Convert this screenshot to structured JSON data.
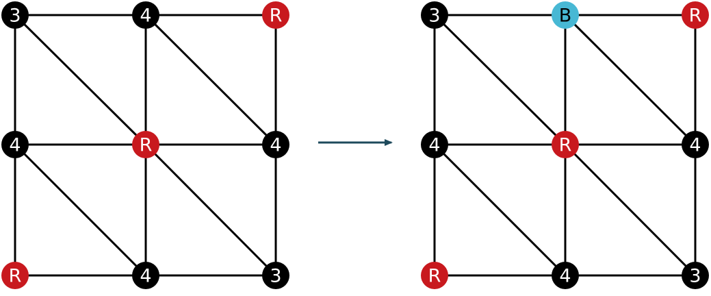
{
  "colors": {
    "edge": "#000000",
    "arrow": "#1e4a5c",
    "label_light": "#ffffff",
    "label_dark": "#000000",
    "node_fill": {
      "black": "#000000",
      "red": "#c8191e",
      "blue": "#48b8d4"
    }
  },
  "graphs": [
    {
      "id": "before",
      "nodes": [
        {
          "id": "a",
          "label": "3",
          "fill": "black"
        },
        {
          "id": "b",
          "label": "4",
          "fill": "black"
        },
        {
          "id": "c",
          "label": "R",
          "fill": "red"
        },
        {
          "id": "d",
          "label": "4",
          "fill": "black"
        },
        {
          "id": "e",
          "label": "R",
          "fill": "red"
        },
        {
          "id": "f",
          "label": "4",
          "fill": "black"
        },
        {
          "id": "g",
          "label": "R",
          "fill": "red"
        },
        {
          "id": "h",
          "label": "4",
          "fill": "black"
        },
        {
          "id": "i",
          "label": "3",
          "fill": "black"
        }
      ]
    },
    {
      "id": "after",
      "nodes": [
        {
          "id": "a",
          "label": "3",
          "fill": "black"
        },
        {
          "id": "b",
          "label": "B",
          "fill": "blue"
        },
        {
          "id": "c",
          "label": "R",
          "fill": "red"
        },
        {
          "id": "d",
          "label": "4",
          "fill": "black"
        },
        {
          "id": "e",
          "label": "R",
          "fill": "red"
        },
        {
          "id": "f",
          "label": "4",
          "fill": "black"
        },
        {
          "id": "g",
          "label": "R",
          "fill": "red"
        },
        {
          "id": "h",
          "label": "4",
          "fill": "black"
        },
        {
          "id": "i",
          "label": "3",
          "fill": "black"
        }
      ]
    }
  ],
  "edges": [
    [
      "a",
      "b"
    ],
    [
      "b",
      "c"
    ],
    [
      "d",
      "e"
    ],
    [
      "e",
      "f"
    ],
    [
      "g",
      "h"
    ],
    [
      "h",
      "i"
    ],
    [
      "a",
      "d"
    ],
    [
      "d",
      "g"
    ],
    [
      "b",
      "e"
    ],
    [
      "e",
      "h"
    ],
    [
      "c",
      "f"
    ],
    [
      "f",
      "i"
    ],
    [
      "a",
      "e"
    ],
    [
      "b",
      "f"
    ],
    [
      "d",
      "h"
    ],
    [
      "e",
      "i"
    ]
  ],
  "transition": {
    "icon": "right-arrow-icon"
  }
}
